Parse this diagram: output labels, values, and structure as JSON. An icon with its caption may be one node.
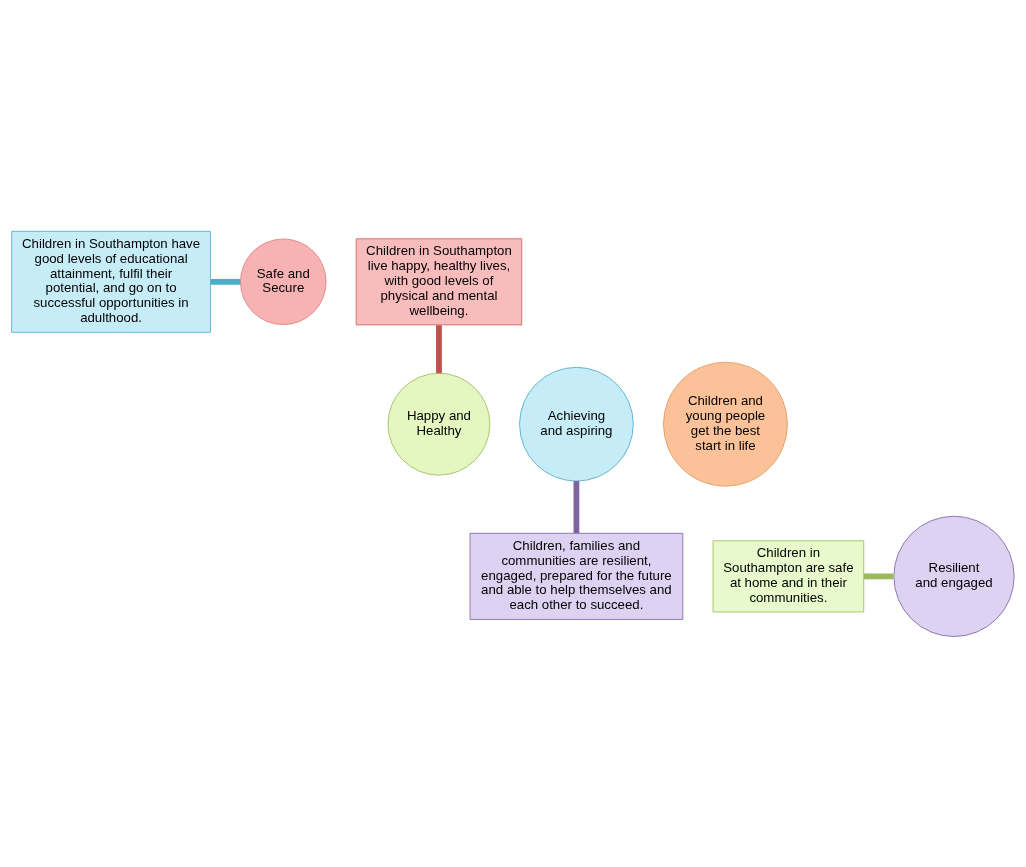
{
  "diagram": {
    "nodes": [
      {
        "text": [
          "Safe and Secure"
        ]
      },
      {
        "text": [
          "Children in Southampton live happy, healthy lives, with good levels of physical and mental wellbeing."
        ]
      },
      {
        "text": [
          "Children in Southampton have good levels of educational attainment, fulfil their potential, and go on to successful opportunities in adulthood."
        ]
      },
      {
        "text": [
          "Achieving and aspiring"
        ]
      },
      {
        "text": [
          "Children and young people get the best start in life"
        ]
      },
      {
        "text": [
          "Happy and Healthy"
        ]
      },
      {
        "text": [
          "Children in Southampton are safe at home and in their communities."
        ]
      },
      {
        "text": [
          "Children, families and communities are resilient, engaged, prepared for the future and able to help themselves and each other to succeed."
        ]
      },
      {
        "text": [
          "Resilient and engaged"
        ]
      }
    ],
    "edges": [
      {
        "from": 2,
        "to": 0,
        "arrow": "none",
        "color": "#4bacc6"
      },
      {
        "from": 1,
        "to": 5,
        "arrow": "none",
        "color": "#c0504d"
      },
      {
        "from": 6,
        "to": 8,
        "arrow": "none",
        "color": "#9bbb59"
      },
      {
        "from": 3,
        "to": 7,
        "arrow": "none",
        "color": "#8064a2"
      }
    ]
  }
}
